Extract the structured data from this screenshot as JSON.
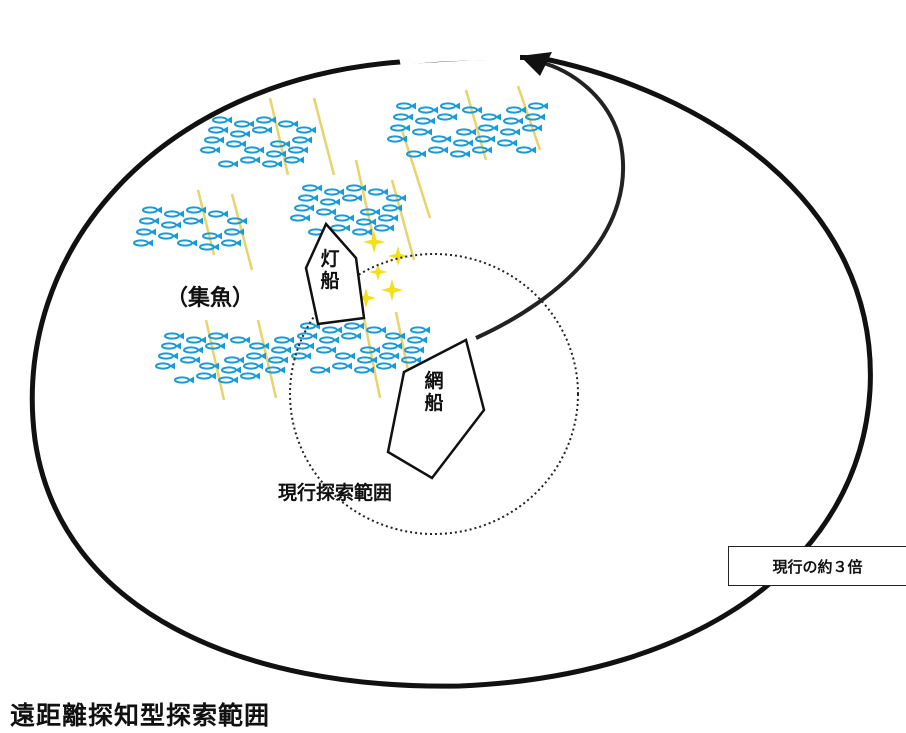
{
  "title": "遠距離探知型探索範囲",
  "current_range": "現行探索範囲",
  "fish_school": "（集魚）",
  "light_boat": [
    "灯",
    "船"
  ],
  "net_boat": [
    "網",
    "船"
  ],
  "ratio": "現行の約３倍",
  "colors": {
    "fish": "#1a9bd6",
    "light_beam": "#e8d46a",
    "sparkle": "#f2e01a",
    "outline": "#111111"
  }
}
